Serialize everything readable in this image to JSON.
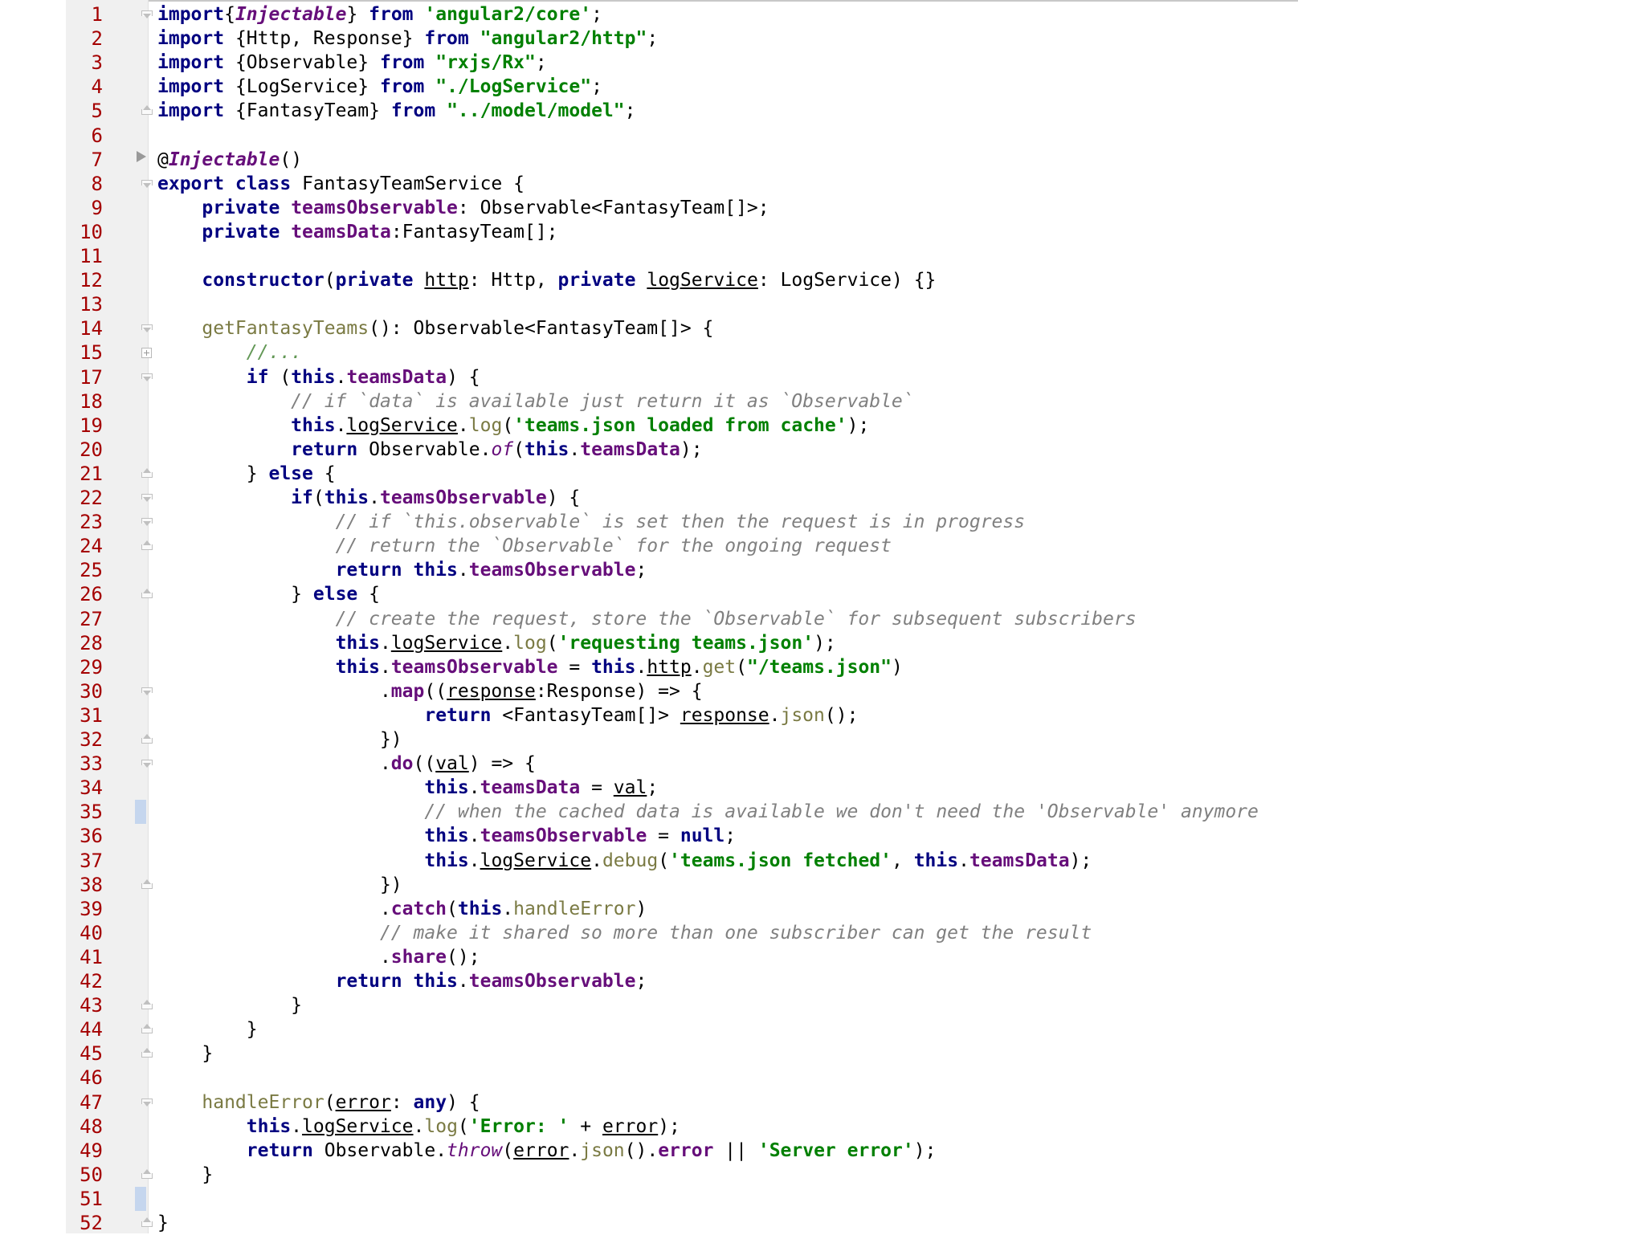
{
  "editor": {
    "lines": [
      {
        "n": "1",
        "fold": "open",
        "segs": [
          [
            "kw",
            "import"
          ],
          [
            "",
            "{"
          ],
          [
            "dec",
            "Injectable"
          ],
          [
            "",
            "} "
          ],
          [
            "kw",
            "from"
          ],
          [
            "",
            " "
          ],
          [
            "str",
            "'angular2/core'"
          ],
          [
            "",
            ";"
          ]
        ]
      },
      {
        "n": "2",
        "segs": [
          [
            "kw",
            "import"
          ],
          [
            "",
            " {Http, Response} "
          ],
          [
            "kw",
            "from"
          ],
          [
            "",
            " "
          ],
          [
            "str",
            "\"angular2/http\""
          ],
          [
            "",
            ";"
          ]
        ]
      },
      {
        "n": "3",
        "segs": [
          [
            "kw",
            "import"
          ],
          [
            "",
            " {Observable} "
          ],
          [
            "kw",
            "from"
          ],
          [
            "",
            " "
          ],
          [
            "str",
            "\"rxjs/Rx\""
          ],
          [
            "",
            ";"
          ]
        ]
      },
      {
        "n": "4",
        "segs": [
          [
            "kw",
            "import"
          ],
          [
            "",
            " {LogService} "
          ],
          [
            "kw",
            "from"
          ],
          [
            "",
            " "
          ],
          [
            "str",
            "\"./LogService\""
          ],
          [
            "",
            ";"
          ]
        ]
      },
      {
        "n": "5",
        "fold": "close",
        "segs": [
          [
            "kw",
            "import"
          ],
          [
            "",
            " {FantasyTeam} "
          ],
          [
            "kw",
            "from"
          ],
          [
            "",
            " "
          ],
          [
            "str",
            "\"../model/model\""
          ],
          [
            "",
            ";"
          ]
        ]
      },
      {
        "n": "6",
        "segs": []
      },
      {
        "n": "7",
        "fold": "tri",
        "segs": [
          [
            "",
            "@"
          ],
          [
            "dec",
            "Injectable"
          ],
          [
            "",
            "()"
          ]
        ]
      },
      {
        "n": "8",
        "fold": "open",
        "segs": [
          [
            "kw",
            "export class"
          ],
          [
            "",
            " FantasyTeamService {"
          ]
        ]
      },
      {
        "n": "9",
        "segs": [
          [
            "",
            "    "
          ],
          [
            "kw",
            "private"
          ],
          [
            "",
            " "
          ],
          [
            "fld",
            "teamsObservable"
          ],
          [
            "",
            ": Observable<FantasyTeam[]>;"
          ]
        ]
      },
      {
        "n": "10",
        "segs": [
          [
            "",
            "    "
          ],
          [
            "kw",
            "private"
          ],
          [
            "",
            " "
          ],
          [
            "fld",
            "teamsData"
          ],
          [
            "",
            ":FantasyTeam[];"
          ]
        ]
      },
      {
        "n": "11",
        "segs": []
      },
      {
        "n": "12",
        "segs": [
          [
            "",
            "    "
          ],
          [
            "kw",
            "constructor"
          ],
          [
            "",
            "("
          ],
          [
            "kw",
            "private"
          ],
          [
            "",
            " "
          ],
          [
            "ul",
            "http"
          ],
          [
            "",
            ": Http, "
          ],
          [
            "kw",
            "private"
          ],
          [
            "",
            " "
          ],
          [
            "ul",
            "logService"
          ],
          [
            "",
            ": LogService) {}"
          ]
        ]
      },
      {
        "n": "13",
        "segs": []
      },
      {
        "n": "14",
        "fold": "open",
        "segs": [
          [
            "",
            "    "
          ],
          [
            "mth",
            "getFantasyTeams"
          ],
          [
            "",
            "(): Observable<FantasyTeam[]> {"
          ]
        ]
      },
      {
        "n": "15",
        "fold": "plus",
        "segs": [
          [
            "",
            "        "
          ],
          [
            "cmt2",
            "//..."
          ]
        ]
      },
      {
        "n": "17",
        "fold": "open",
        "segs": [
          [
            "",
            "        "
          ],
          [
            "kw",
            "if"
          ],
          [
            "",
            " ("
          ],
          [
            "kw",
            "this"
          ],
          [
            "",
            "."
          ],
          [
            "fld",
            "teamsData"
          ],
          [
            "",
            ") {"
          ]
        ]
      },
      {
        "n": "18",
        "segs": [
          [
            "",
            "            "
          ],
          [
            "cmt",
            "// if `data` is available just return it as `Observable`"
          ]
        ]
      },
      {
        "n": "19",
        "segs": [
          [
            "",
            "            "
          ],
          [
            "kw",
            "this"
          ],
          [
            "",
            "."
          ],
          [
            "ul",
            "logService"
          ],
          [
            "",
            "."
          ],
          [
            "mth",
            "log"
          ],
          [
            "",
            "("
          ],
          [
            "str",
            "'teams.json loaded from cache'"
          ],
          [
            "",
            ");"
          ]
        ]
      },
      {
        "n": "20",
        "segs": [
          [
            "",
            "            "
          ],
          [
            "kw",
            "return"
          ],
          [
            "",
            " Observable."
          ],
          [
            "it",
            "of"
          ],
          [
            "",
            "("
          ],
          [
            "kw",
            "this"
          ],
          [
            "",
            "."
          ],
          [
            "fld",
            "teamsData"
          ],
          [
            "",
            ");"
          ]
        ]
      },
      {
        "n": "21",
        "fold": "close",
        "segs": [
          [
            "",
            "        } "
          ],
          [
            "kw",
            "else"
          ],
          [
            "",
            " {"
          ]
        ]
      },
      {
        "n": "22",
        "fold": "open",
        "segs": [
          [
            "",
            "            "
          ],
          [
            "kw",
            "if"
          ],
          [
            "",
            "("
          ],
          [
            "kw",
            "this"
          ],
          [
            "",
            "."
          ],
          [
            "fld",
            "teamsObservable"
          ],
          [
            "",
            ") {"
          ]
        ]
      },
      {
        "n": "23",
        "fold": "open",
        "segs": [
          [
            "",
            "                "
          ],
          [
            "cmt",
            "// if `this.observable` is set then the request is in progress"
          ]
        ]
      },
      {
        "n": "24",
        "fold": "close",
        "segs": [
          [
            "",
            "                "
          ],
          [
            "cmt",
            "// return the `Observable` for the ongoing request"
          ]
        ]
      },
      {
        "n": "25",
        "segs": [
          [
            "",
            "                "
          ],
          [
            "kw",
            "return this"
          ],
          [
            "",
            "."
          ],
          [
            "fld",
            "teamsObservable"
          ],
          [
            "",
            ";"
          ]
        ]
      },
      {
        "n": "26",
        "fold": "close",
        "segs": [
          [
            "",
            "            } "
          ],
          [
            "kw",
            "else"
          ],
          [
            "",
            " {"
          ]
        ]
      },
      {
        "n": "27",
        "segs": [
          [
            "",
            "                "
          ],
          [
            "cmt",
            "// create the request, store the `Observable` for subsequent subscribers"
          ]
        ]
      },
      {
        "n": "28",
        "segs": [
          [
            "",
            "                "
          ],
          [
            "kw",
            "this"
          ],
          [
            "",
            "."
          ],
          [
            "ul",
            "logService"
          ],
          [
            "",
            "."
          ],
          [
            "mth",
            "log"
          ],
          [
            "",
            "("
          ],
          [
            "str",
            "'requesting teams.json'"
          ],
          [
            "",
            ");"
          ]
        ]
      },
      {
        "n": "29",
        "segs": [
          [
            "",
            "                "
          ],
          [
            "kw",
            "this"
          ],
          [
            "",
            "."
          ],
          [
            "fld",
            "teamsObservable"
          ],
          [
            "",
            " = "
          ],
          [
            "kw",
            "this"
          ],
          [
            "",
            "."
          ],
          [
            "ul",
            "http"
          ],
          [
            "",
            "."
          ],
          [
            "mth",
            "get"
          ],
          [
            "",
            "("
          ],
          [
            "str",
            "\"/teams.json\""
          ],
          [
            "",
            ")"
          ]
        ]
      },
      {
        "n": "30",
        "fold": "open",
        "segs": [
          [
            "",
            "                    ."
          ],
          [
            "fld",
            "map"
          ],
          [
            "",
            "(("
          ],
          [
            "ul",
            "response"
          ],
          [
            "",
            ":Response) => {"
          ]
        ]
      },
      {
        "n": "31",
        "segs": [
          [
            "",
            "                        "
          ],
          [
            "kw",
            "return"
          ],
          [
            "",
            " <FantasyTeam[]> "
          ],
          [
            "ul",
            "response"
          ],
          [
            "",
            "."
          ],
          [
            "mth",
            "json"
          ],
          [
            "",
            "();"
          ]
        ]
      },
      {
        "n": "32",
        "fold": "close",
        "segs": [
          [
            "",
            "                    })"
          ]
        ]
      },
      {
        "n": "33",
        "fold": "open",
        "segs": [
          [
            "",
            "                    ."
          ],
          [
            "fld",
            "do"
          ],
          [
            "",
            "(("
          ],
          [
            "ul",
            "val"
          ],
          [
            "",
            ") => {"
          ]
        ]
      },
      {
        "n": "34",
        "segs": [
          [
            "",
            "                        "
          ],
          [
            "kw",
            "this"
          ],
          [
            "",
            "."
          ],
          [
            "fld",
            "teamsData"
          ],
          [
            "",
            " = "
          ],
          [
            "ul",
            "val"
          ],
          [
            "",
            ";"
          ]
        ]
      },
      {
        "n": "35",
        "bookmark": true,
        "segs": [
          [
            "",
            "                        "
          ],
          [
            "cmt",
            "// when the cached data is available we don't need the 'Observable' anymore"
          ]
        ]
      },
      {
        "n": "36",
        "segs": [
          [
            "",
            "                        "
          ],
          [
            "kw",
            "this"
          ],
          [
            "",
            "."
          ],
          [
            "fld",
            "teamsObservable"
          ],
          [
            "",
            " = "
          ],
          [
            "kw",
            "null"
          ],
          [
            "",
            ";"
          ]
        ]
      },
      {
        "n": "37",
        "segs": [
          [
            "",
            "                        "
          ],
          [
            "kw",
            "this"
          ],
          [
            "",
            "."
          ],
          [
            "ul",
            "logService"
          ],
          [
            "",
            "."
          ],
          [
            "mth",
            "debug"
          ],
          [
            "",
            "("
          ],
          [
            "str",
            "'teams.json fetched'"
          ],
          [
            "",
            ", "
          ],
          [
            "kw",
            "this"
          ],
          [
            "",
            "."
          ],
          [
            "fld",
            "teamsData"
          ],
          [
            "",
            ");"
          ]
        ]
      },
      {
        "n": "38",
        "fold": "close",
        "segs": [
          [
            "",
            "                    })"
          ]
        ]
      },
      {
        "n": "39",
        "segs": [
          [
            "",
            "                    ."
          ],
          [
            "fld",
            "catch"
          ],
          [
            "",
            "("
          ],
          [
            "kw",
            "this"
          ],
          [
            "",
            "."
          ],
          [
            "mth",
            "handleError"
          ],
          [
            "",
            ")"
          ]
        ]
      },
      {
        "n": "40",
        "segs": [
          [
            "",
            "                    "
          ],
          [
            "cmt",
            "// make it shared so more than one subscriber can get the result"
          ]
        ]
      },
      {
        "n": "41",
        "segs": [
          [
            "",
            "                    ."
          ],
          [
            "fld",
            "share"
          ],
          [
            "",
            "();"
          ]
        ]
      },
      {
        "n": "42",
        "segs": [
          [
            "",
            "                "
          ],
          [
            "kw",
            "return this"
          ],
          [
            "",
            "."
          ],
          [
            "fld",
            "teamsObservable"
          ],
          [
            "",
            ";"
          ]
        ]
      },
      {
        "n": "43",
        "fold": "close",
        "segs": [
          [
            "",
            "            }"
          ]
        ]
      },
      {
        "n": "44",
        "fold": "close",
        "segs": [
          [
            "",
            "        }"
          ]
        ]
      },
      {
        "n": "45",
        "fold": "close",
        "segs": [
          [
            "",
            "    }"
          ]
        ]
      },
      {
        "n": "46",
        "segs": []
      },
      {
        "n": "47",
        "fold": "open",
        "segs": [
          [
            "",
            "    "
          ],
          [
            "mth",
            "handleError"
          ],
          [
            "",
            "("
          ],
          [
            "ul",
            "error"
          ],
          [
            "",
            ": "
          ],
          [
            "kw",
            "any"
          ],
          [
            "",
            ") {"
          ]
        ]
      },
      {
        "n": "48",
        "segs": [
          [
            "",
            "        "
          ],
          [
            "kw",
            "this"
          ],
          [
            "",
            "."
          ],
          [
            "ul",
            "logService"
          ],
          [
            "",
            "."
          ],
          [
            "mth",
            "log"
          ],
          [
            "",
            "("
          ],
          [
            "str",
            "'Error: '"
          ],
          [
            "",
            " + "
          ],
          [
            "ul",
            "error"
          ],
          [
            "",
            ");"
          ]
        ]
      },
      {
        "n": "49",
        "segs": [
          [
            "",
            "        "
          ],
          [
            "kw",
            "return"
          ],
          [
            "",
            " Observable."
          ],
          [
            "it",
            "throw"
          ],
          [
            "",
            "("
          ],
          [
            "ul",
            "error"
          ],
          [
            "",
            "."
          ],
          [
            "mth",
            "json"
          ],
          [
            "",
            "()."
          ],
          [
            "fld",
            "error"
          ],
          [
            "",
            " || "
          ],
          [
            "str",
            "'Server error'"
          ],
          [
            "",
            ");"
          ]
        ]
      },
      {
        "n": "50",
        "fold": "close",
        "segs": [
          [
            "",
            "    }"
          ]
        ]
      },
      {
        "n": "51",
        "bookmark": true,
        "segs": []
      },
      {
        "n": "52",
        "fold": "close",
        "segs": [
          [
            "",
            "}"
          ]
        ]
      }
    ]
  }
}
